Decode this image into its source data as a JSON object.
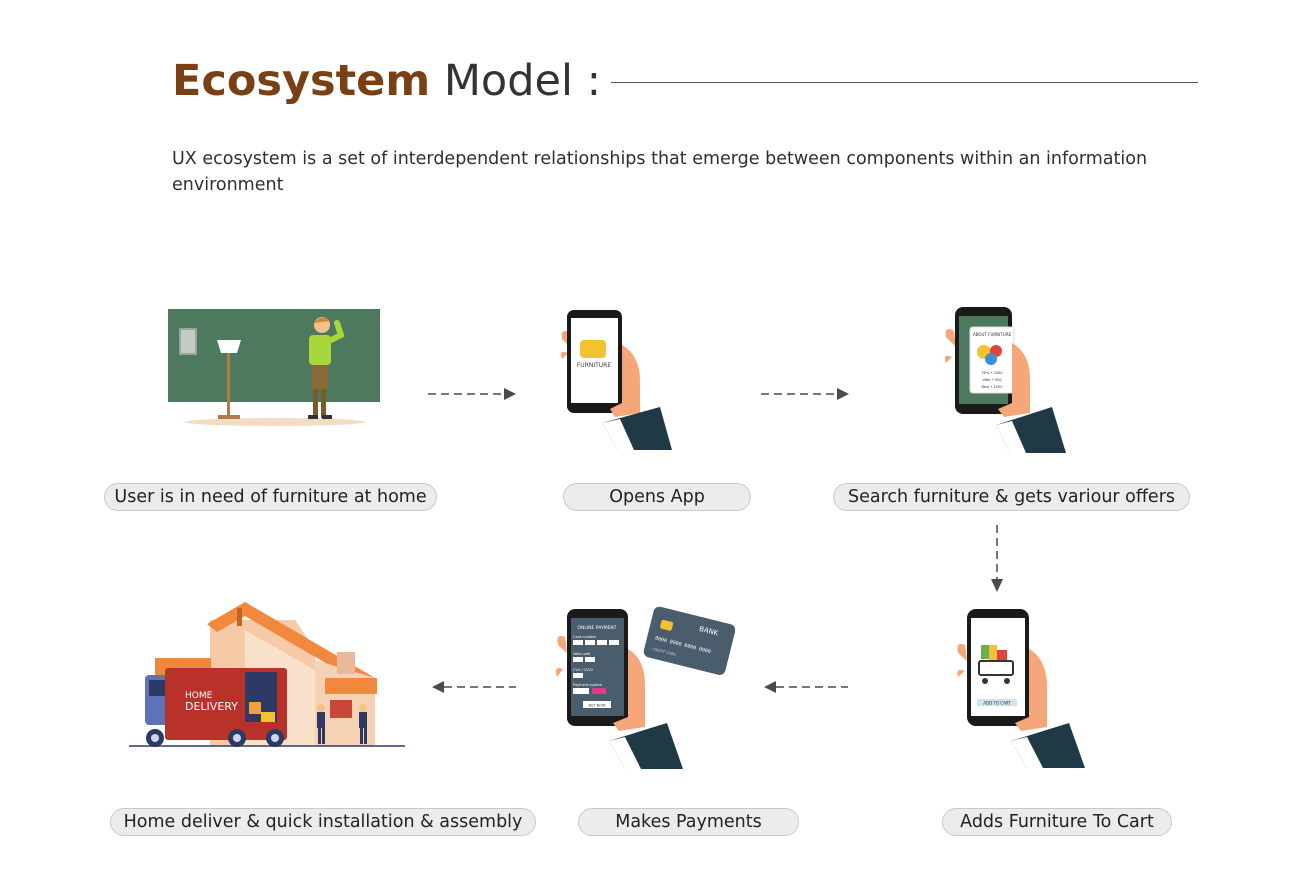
{
  "header": {
    "title_accent": "Ecosystem",
    "title_rest": "Model :",
    "description": "UX ecosystem is a set of interdependent relationships that emerge between components within an information environment"
  },
  "steps": [
    {
      "label": "User is in need of furniture at home",
      "icon": "person-room-illustration"
    },
    {
      "label": "Opens  App",
      "icon": "phone-app-icon"
    },
    {
      "label": "Search furniture & gets variour offers",
      "icon": "phone-search-icon"
    },
    {
      "label": "Adds Furniture To Cart",
      "icon": "phone-cart-icon"
    },
    {
      "label": "Makes Payments",
      "icon": "phone-payment-icon"
    },
    {
      "label": "Home deliver & quick installation & assembly",
      "icon": "delivery-truck-icon"
    }
  ],
  "illustration_text": {
    "app_brand": "FURNITURE",
    "search_box": "ABOUT FURNITURE",
    "search_offer_1": "50% • 2000",
    "search_offer_2": "offer • 500",
    "search_offer_3": "Best • 1500",
    "add_to_cart": "ADD TO CART",
    "online_payment": "ONLINE PAYMENT",
    "card_number": "Card number",
    "valid_until": "Valid until",
    "cvv": "CVV / CVV2",
    "payment_system": "Payment system",
    "buy_now": "BUY NOW",
    "bank": "BANK",
    "card_digits": "0000  0000  0000  0000",
    "credit_card": "CREDIT CARD",
    "delivery_line1": "HOME",
    "delivery_line2": "DELIVERY"
  },
  "colors": {
    "accent": "#7a3f12",
    "room_wall": "#4d7a5e",
    "skin": "#f5a77a",
    "sleeve": "#1f3a45",
    "truck_red": "#b8322a",
    "house_orange": "#f0883e"
  }
}
